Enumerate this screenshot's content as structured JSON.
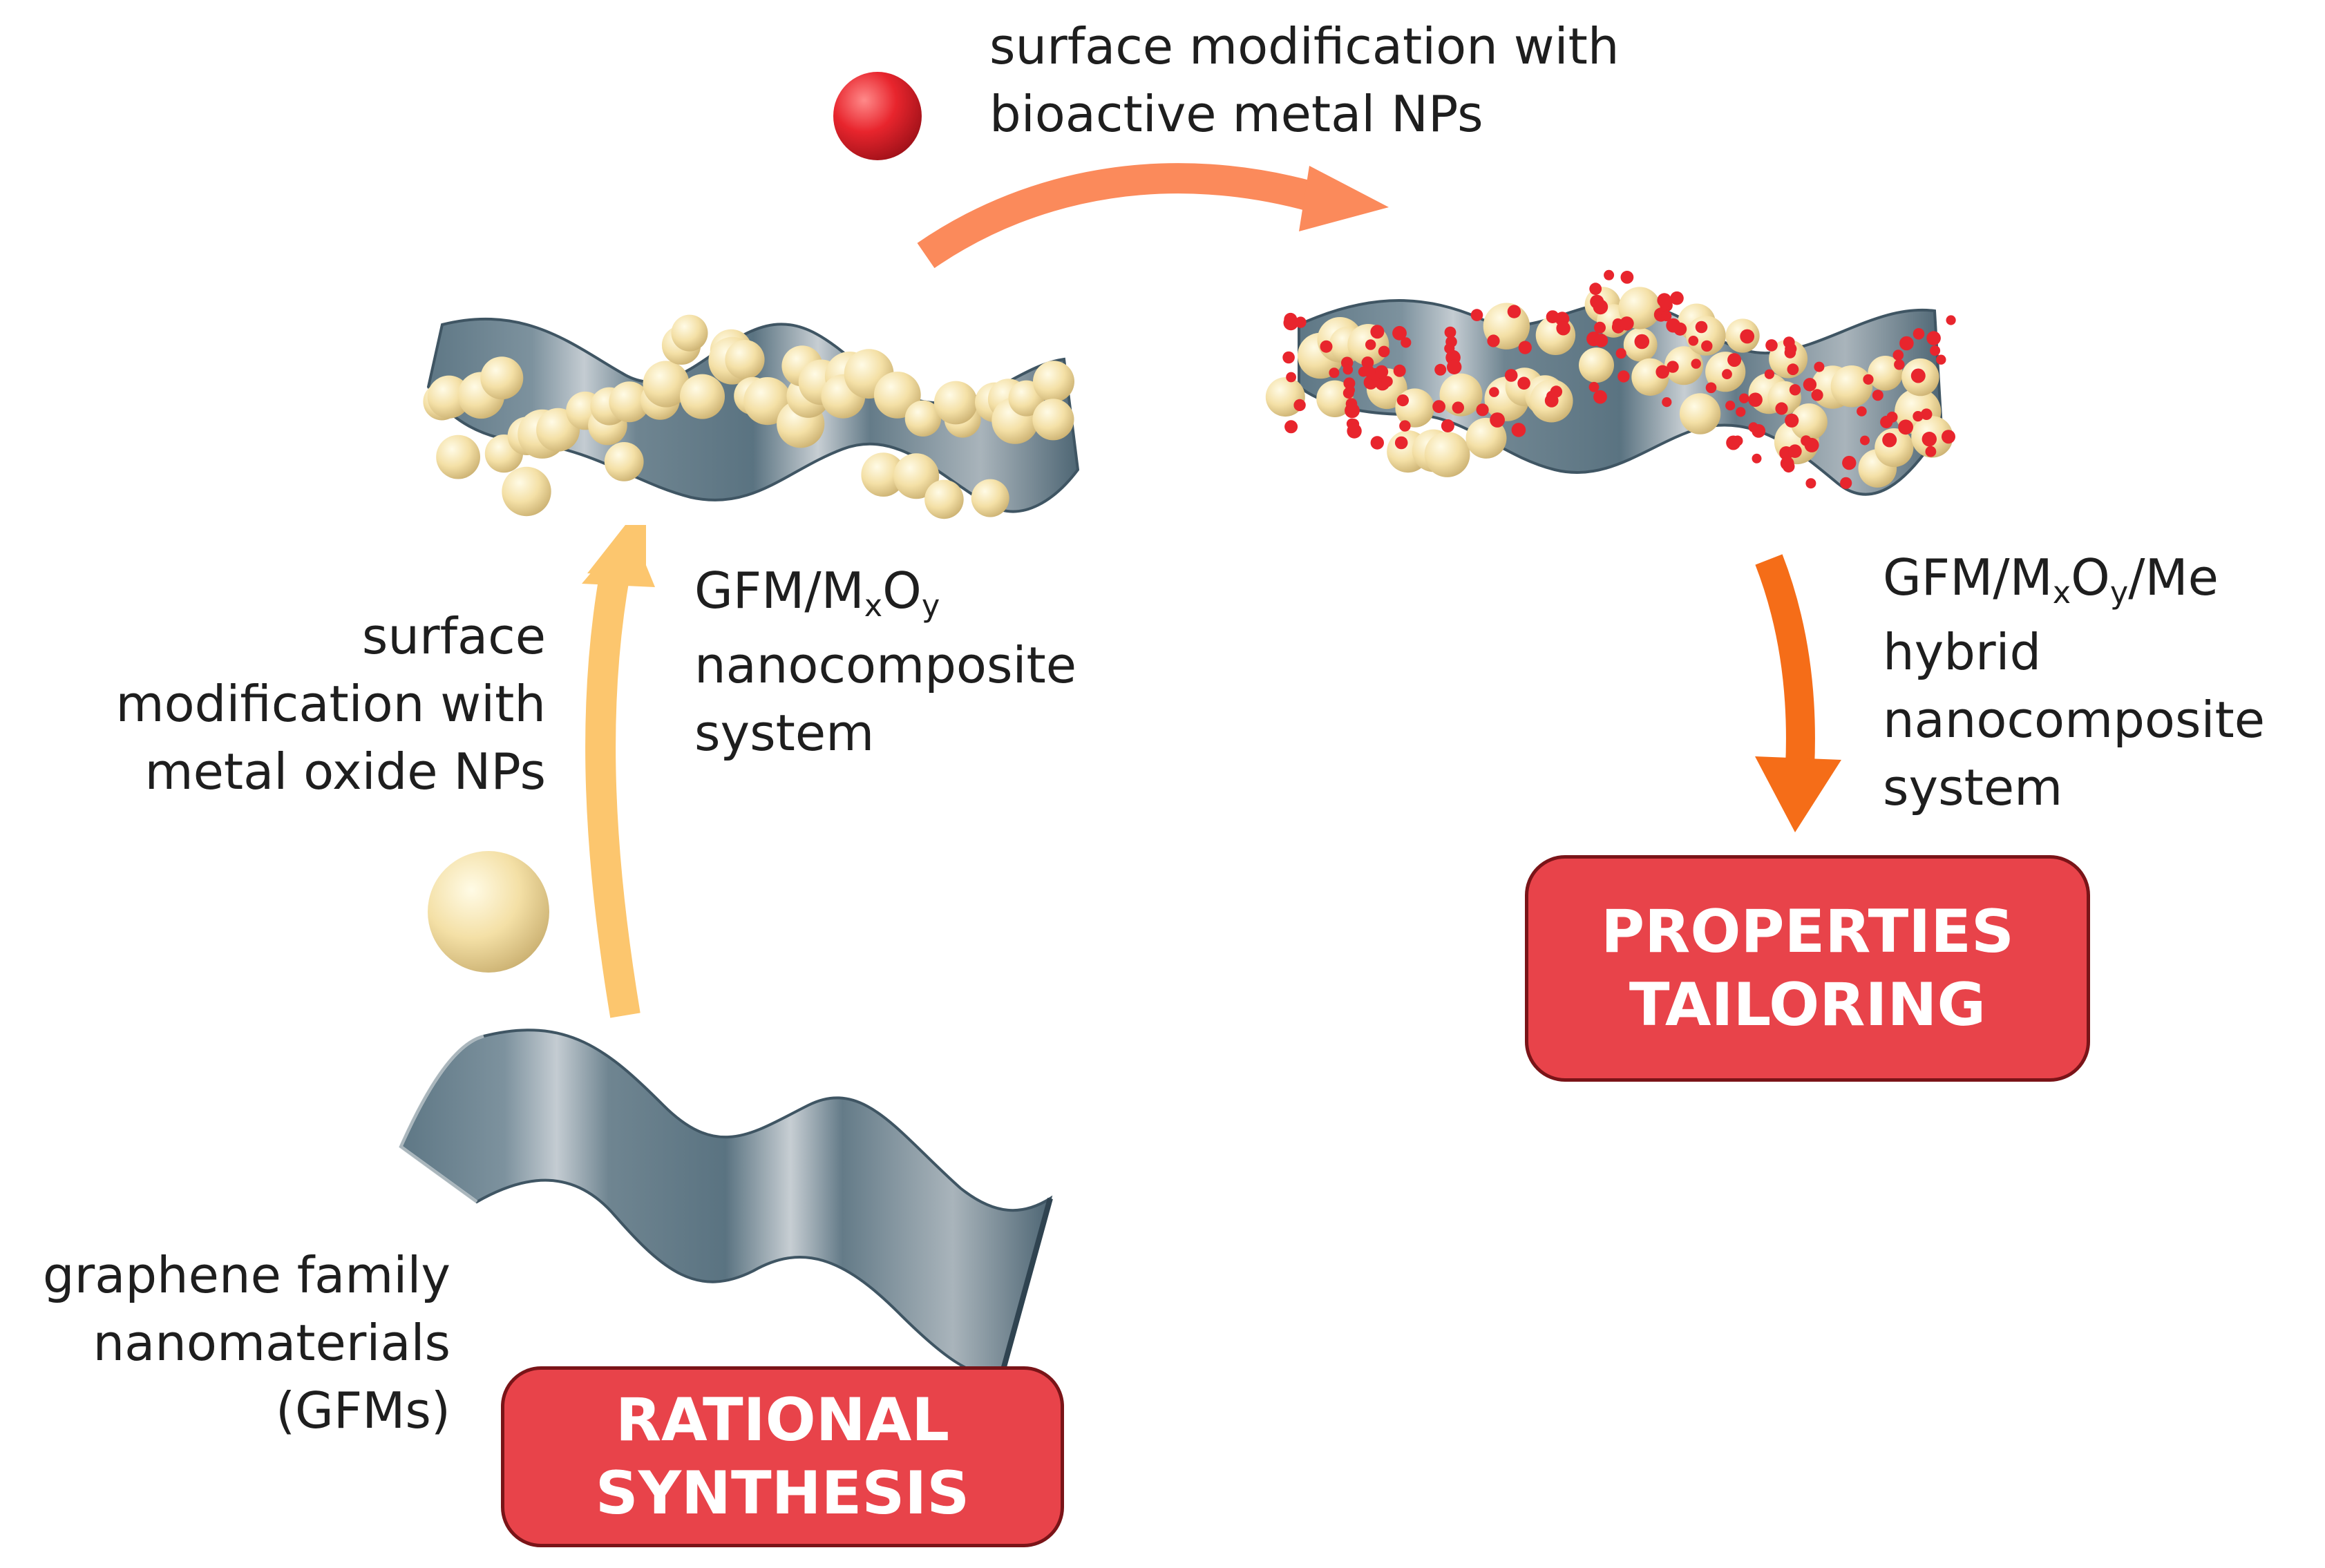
{
  "title_top": [
    "surface modification with",
    "bioactive  metal NPs"
  ],
  "label_left": [
    "surface",
    "modification with",
    "metal oxide NPs"
  ],
  "label_mid": {
    "formula": {
      "a": "GFM/M",
      "b": "x",
      "c": "O",
      "d": "y"
    },
    "lines": [
      "nanocomposite",
      "system"
    ]
  },
  "label_right": {
    "formula": {
      "a": "GFM/M",
      "b": "x",
      "c": "O",
      "d": "y",
      "e": "/Me"
    },
    "lines": [
      "hybrid",
      "nanocomposite",
      "system"
    ]
  },
  "label_gfm": [
    "graphene family",
    "nanomaterials",
    "(GFMs)"
  ],
  "box_rational": [
    "RATIONAL",
    "SYNTHESIS"
  ],
  "box_properties": [
    "PROPERTIES",
    "TAILORING"
  ],
  "colors": {
    "sheet": "#5e7785",
    "oxide_np": "#f4e0a6",
    "metal_np": "#e8252d",
    "arrow_up": "#fcc66e",
    "arrow_top": "#fb8a5b",
    "arrow_down": "#f56d18",
    "box_fill": "#e8434a"
  }
}
